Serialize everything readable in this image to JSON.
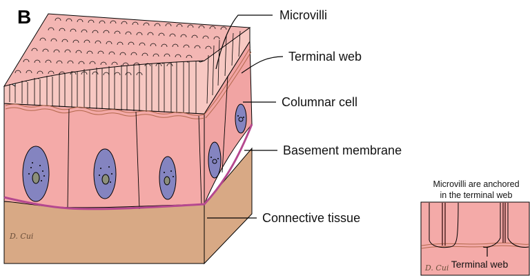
{
  "figure": {
    "panel_letter": "B",
    "labels": {
      "microvilli": "Microvilli",
      "terminal_web": "Terminal web",
      "columnar_cell": "Columnar cell",
      "basement_membrane": "Basement membrane",
      "connective_tissue": "Connective tissue"
    },
    "signature": "D. Cui",
    "inset": {
      "caption_line1": "Microvilli are anchored",
      "caption_line2": "in the terminal web",
      "label": "Terminal web",
      "signature": "D. Cui"
    },
    "colors": {
      "cell_pink": "#f4aaa8",
      "microvilli_pink": "#f7c8c2",
      "top_surface": "#f3b6b3",
      "connective_tan": "#d8a985",
      "basement_magenta": "#b5488f",
      "nucleus_purple": "#8484c0",
      "terminal_web_line": "#b2674b"
    }
  }
}
